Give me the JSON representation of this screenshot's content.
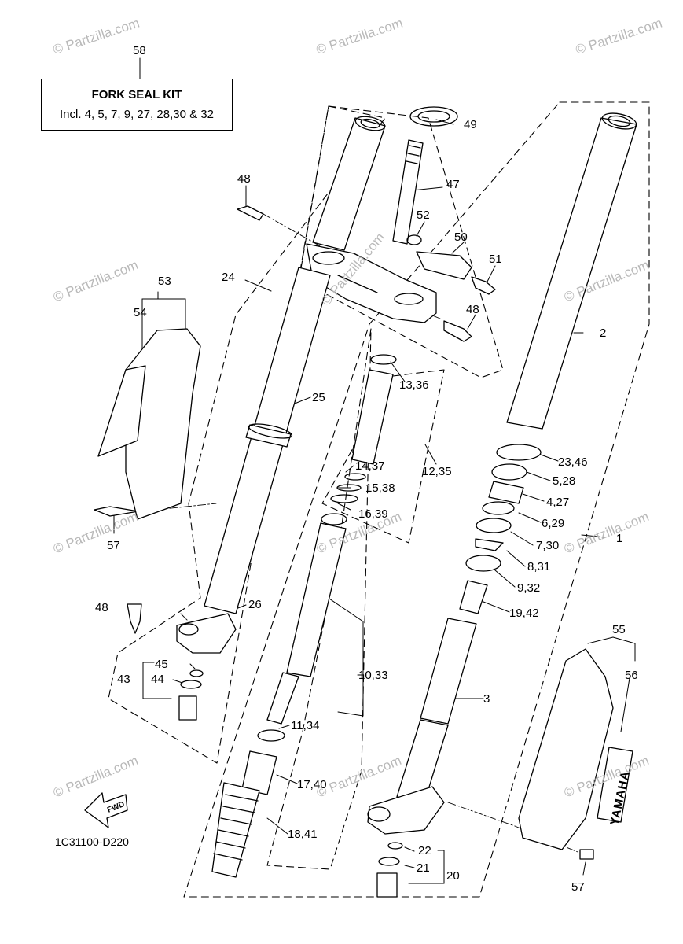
{
  "kit": {
    "number": "58",
    "title": "FORK SEAL KIT",
    "includes": "Incl. 4, 5, 7, 9, 27, 28,30 & 32"
  },
  "diagram_code": "1C31100-D220",
  "fwd_label": "FWD",
  "guard_brand": "YAMAHA",
  "watermark_text": "© Partzilla.com",
  "callouts": {
    "c1": "1",
    "c2": "2",
    "c3": "3",
    "c10_33": "10,33",
    "c11_34": "11,34",
    "c12_35": "12,35",
    "c13_36": "13,36",
    "c14_37": "14,37",
    "c15_38": "15,38",
    "c16_39": "16,39",
    "c17_40": "17,40",
    "c18_41": "18,41",
    "c19_42": "19,42",
    "c20": "20",
    "c21": "21",
    "c22": "22",
    "c23_46": "23,46",
    "c24": "24",
    "c25": "25",
    "c26": "26",
    "c4_27": "4,27",
    "c5_28": "5,28",
    "c6_29": "6,29",
    "c7_30": "7,30",
    "c8_31": "8,31",
    "c9_32": "9,32",
    "c43": "43",
    "c44": "44",
    "c45": "45",
    "c47": "47",
    "c48a": "48",
    "c48b": "48",
    "c48c": "48",
    "c49": "49",
    "c50": "50",
    "c51": "51",
    "c52": "52",
    "c53": "53",
    "c54": "54",
    "c55": "55",
    "c56": "56",
    "c57a": "57",
    "c57b": "57"
  },
  "colors": {
    "line": "#000000",
    "watermark": "#b9b9b9",
    "background": "#ffffff"
  }
}
